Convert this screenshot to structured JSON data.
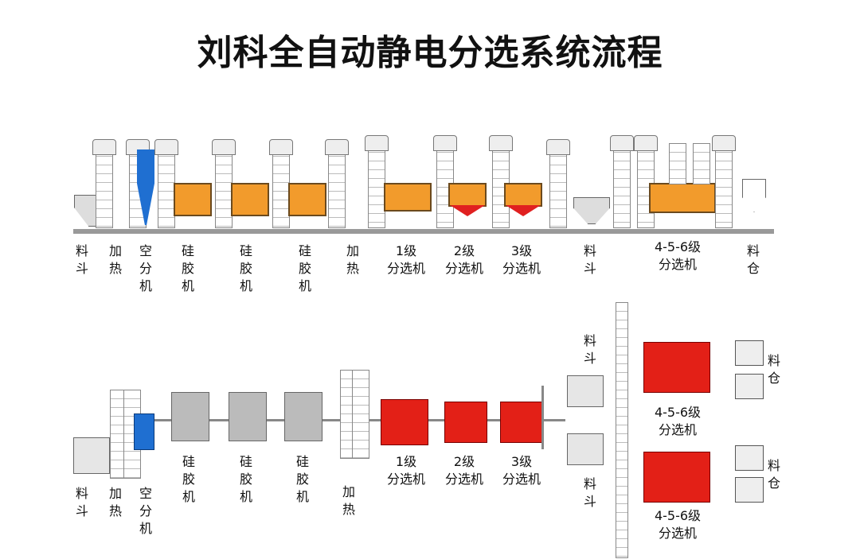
{
  "title": "刘科全自动静电分选系统流程",
  "top_row": {
    "hopper": "料斗",
    "heater1": "加热",
    "air_separator": "空分机",
    "silica1": "硅胶机",
    "silica2": "硅胶机",
    "silica3": "硅胶机",
    "heater2": "加热",
    "sep1": "1级",
    "sep2": "2级",
    "sep3": "3级",
    "sep_suffix": "分选机",
    "hopper2": "料斗",
    "sep456": "4-5-6级",
    "silo": "料仓"
  },
  "bottom_row": {
    "hopper": "料斗",
    "heater1": "加热",
    "air_separator": "空分机",
    "silica1": "硅胶机",
    "silica2": "硅胶机",
    "silica3": "硅胶机",
    "heater2": "加热",
    "sep1": "1级",
    "sep2": "2级",
    "sep3": "3级",
    "sep_suffix": "分选机",
    "hopper_upper": "料斗",
    "hopper_lower": "料斗",
    "sep456_upper": "4-5-6级",
    "sep456_lower": "4-5-6级",
    "silo_upper": "料仓",
    "silo_lower": "料仓"
  },
  "colors": {
    "orange": "#f29b2c",
    "red": "#e32017",
    "blue": "#1f6fd1"
  }
}
